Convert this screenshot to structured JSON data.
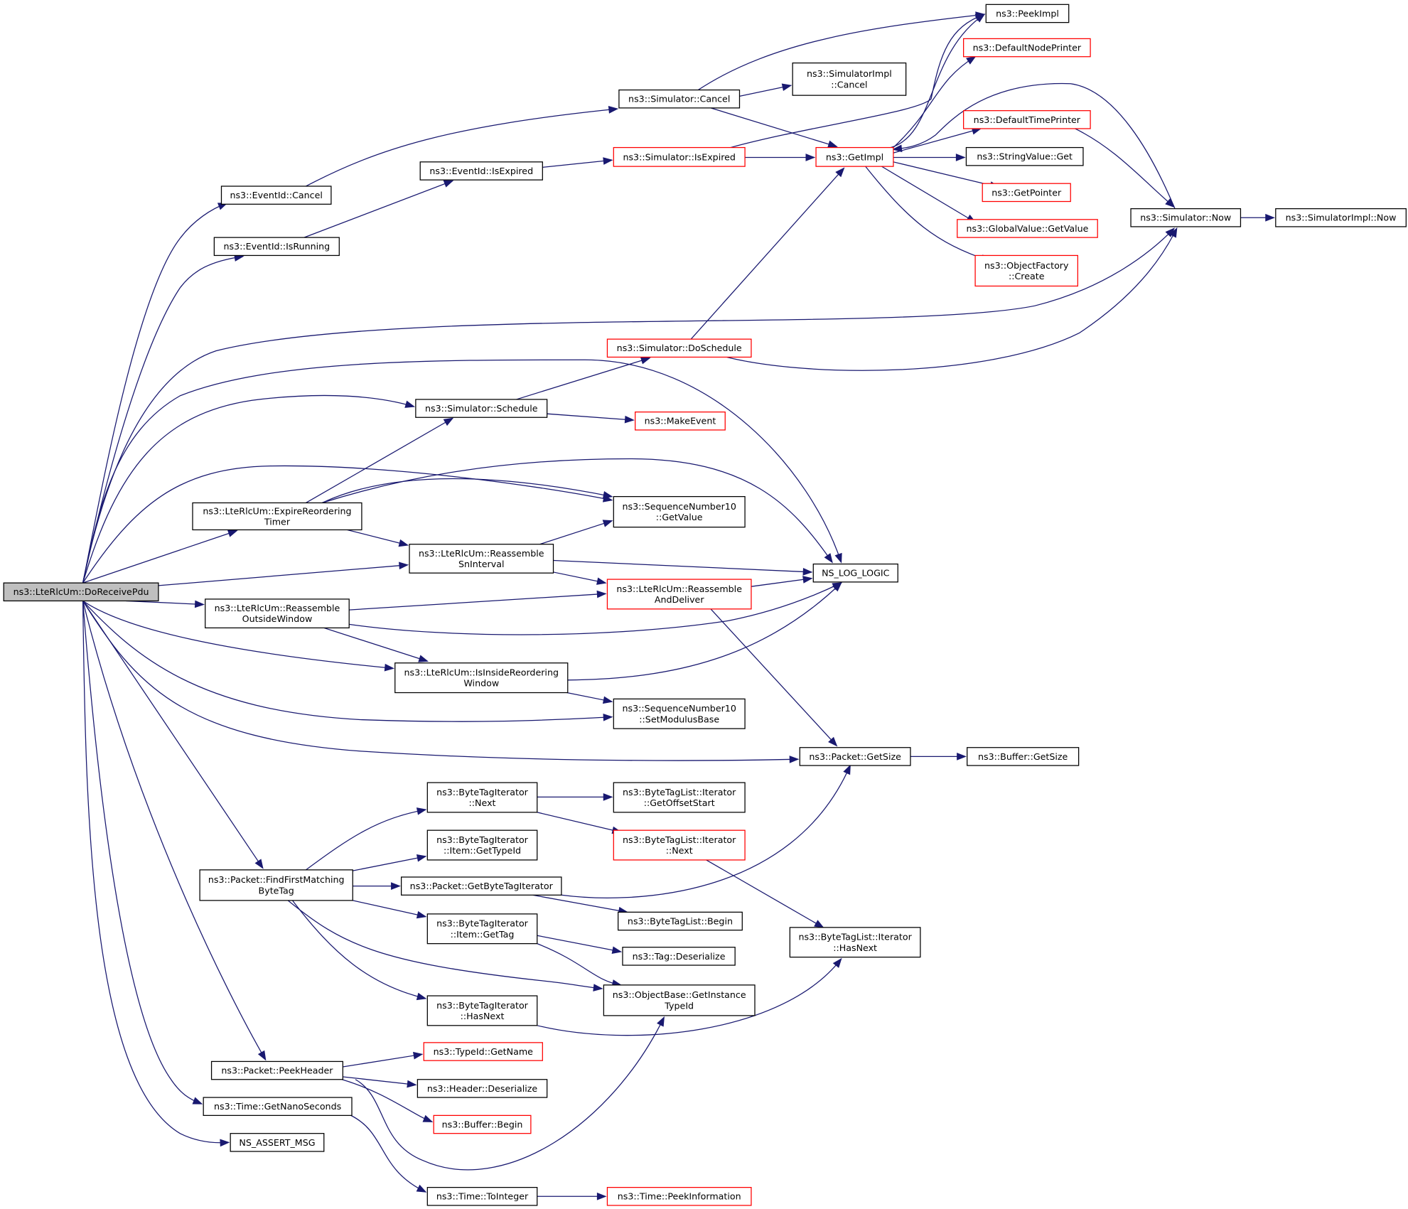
{
  "title": "Call graph of ns3::LteRlcUm::DoReceivePdu",
  "colors": {
    "edge": "#191970",
    "node_border_normal": "#000000",
    "node_border_truncated": "#ff0000",
    "root_fill": "#bfbfbf",
    "node_fill": "#ffffff"
  },
  "nodes": [
    {
      "id": "root",
      "lines": [
        "ns3::LteRlcUm::DoReceivePdu"
      ],
      "style": "root"
    },
    {
      "id": "eventid_cancel",
      "lines": [
        "ns3::EventId::Cancel"
      ],
      "style": "normal"
    },
    {
      "id": "eventid_isrunning",
      "lines": [
        "ns3::EventId::IsRunning"
      ],
      "style": "normal"
    },
    {
      "id": "sim_cancel",
      "lines": [
        "ns3::Simulator::Cancel"
      ],
      "style": "normal"
    },
    {
      "id": "eventid_isexpired",
      "lines": [
        "ns3::EventId::IsExpired"
      ],
      "style": "normal"
    },
    {
      "id": "sim_isexpired",
      "lines": [
        "ns3::Simulator::IsExpired"
      ],
      "style": "truncated"
    },
    {
      "id": "simimpl_cancel",
      "lines": [
        "ns3::SimulatorImpl",
        "::Cancel"
      ],
      "style": "normal"
    },
    {
      "id": "getimpl",
      "lines": [
        "ns3::GetImpl"
      ],
      "style": "truncated"
    },
    {
      "id": "peekimpl",
      "lines": [
        "ns3::PeekImpl"
      ],
      "style": "normal"
    },
    {
      "id": "defaultnodeprinter",
      "lines": [
        "ns3::DefaultNodePrinter"
      ],
      "style": "truncated"
    },
    {
      "id": "defaulttimeprinter",
      "lines": [
        "ns3::DefaultTimePrinter"
      ],
      "style": "truncated"
    },
    {
      "id": "stringvalue_get",
      "lines": [
        "ns3::StringValue::Get"
      ],
      "style": "normal"
    },
    {
      "id": "getpointer",
      "lines": [
        "ns3::GetPointer"
      ],
      "style": "truncated"
    },
    {
      "id": "globalvalue_getvalue",
      "lines": [
        "ns3::GlobalValue::GetValue"
      ],
      "style": "truncated"
    },
    {
      "id": "objectfactory_create",
      "lines": [
        "ns3::ObjectFactory",
        "::Create"
      ],
      "style": "truncated"
    },
    {
      "id": "sim_now",
      "lines": [
        "ns3::Simulator::Now"
      ],
      "style": "normal"
    },
    {
      "id": "simimpl_now",
      "lines": [
        "ns3::SimulatorImpl::Now"
      ],
      "style": "normal"
    },
    {
      "id": "sim_doschedule",
      "lines": [
        "ns3::Simulator::DoSchedule"
      ],
      "style": "truncated"
    },
    {
      "id": "sim_schedule",
      "lines": [
        "ns3::Simulator::Schedule"
      ],
      "style": "normal"
    },
    {
      "id": "makeevent",
      "lines": [
        "ns3::MakeEvent"
      ],
      "style": "truncated"
    },
    {
      "id": "expire_reorder",
      "lines": [
        "ns3::LteRlcUm::ExpireReordering",
        "Timer"
      ],
      "style": "normal"
    },
    {
      "id": "seq_getvalue",
      "lines": [
        "ns3::SequenceNumber10",
        "::GetValue"
      ],
      "style": "normal"
    },
    {
      "id": "reassemble_sn",
      "lines": [
        "ns3::LteRlcUm::Reassemble",
        "SnInterval"
      ],
      "style": "normal"
    },
    {
      "id": "ns_log_logic",
      "lines": [
        "NS_LOG_LOGIC"
      ],
      "style": "normal"
    },
    {
      "id": "reassemble_deliver",
      "lines": [
        "ns3::LteRlcUm::Reassemble",
        "AndDeliver"
      ],
      "style": "truncated"
    },
    {
      "id": "reassemble_outside",
      "lines": [
        "ns3::LteRlcUm::Reassemble",
        "OutsideWindow"
      ],
      "style": "normal"
    },
    {
      "id": "isinside",
      "lines": [
        "ns3::LteRlcUm::IsInsideReordering",
        "Window"
      ],
      "style": "normal"
    },
    {
      "id": "seq_setmodulus",
      "lines": [
        "ns3::SequenceNumber10",
        "::SetModulusBase"
      ],
      "style": "normal"
    },
    {
      "id": "packet_getsize",
      "lines": [
        "ns3::Packet::GetSize"
      ],
      "style": "normal"
    },
    {
      "id": "buffer_getsize",
      "lines": [
        "ns3::Buffer::GetSize"
      ],
      "style": "normal"
    },
    {
      "id": "bti_next",
      "lines": [
        "ns3::ByteTagIterator",
        "::Next"
      ],
      "style": "normal"
    },
    {
      "id": "btl_it_getoffset",
      "lines": [
        "ns3::ByteTagList::Iterator",
        "::GetOffsetStart"
      ],
      "style": "normal"
    },
    {
      "id": "btl_it_next",
      "lines": [
        "ns3::ByteTagList::Iterator",
        "::Next"
      ],
      "style": "truncated"
    },
    {
      "id": "bti_item_gettypeid",
      "lines": [
        "ns3::ByteTagIterator",
        "::Item::GetTypeId"
      ],
      "style": "normal"
    },
    {
      "id": "findfirst",
      "lines": [
        "ns3::Packet::FindFirstMatching",
        "ByteTag"
      ],
      "style": "normal"
    },
    {
      "id": "packet_getbti",
      "lines": [
        "ns3::Packet::GetByteTagIterator"
      ],
      "style": "normal"
    },
    {
      "id": "btl_begin",
      "lines": [
        "ns3::ByteTagList::Begin"
      ],
      "style": "normal"
    },
    {
      "id": "btl_it_hasnext",
      "lines": [
        "ns3::ByteTagList::Iterator",
        "::HasNext"
      ],
      "style": "normal"
    },
    {
      "id": "bti_item_gettag",
      "lines": [
        "ns3::ByteTagIterator",
        "::Item::GetTag"
      ],
      "style": "normal"
    },
    {
      "id": "tag_deserialize",
      "lines": [
        "ns3::Tag::Deserialize"
      ],
      "style": "normal"
    },
    {
      "id": "objbase_getinst",
      "lines": [
        "ns3::ObjectBase::GetInstance",
        "TypeId"
      ],
      "style": "normal"
    },
    {
      "id": "bti_hasnext",
      "lines": [
        "ns3::ByteTagIterator",
        "::HasNext"
      ],
      "style": "normal"
    },
    {
      "id": "packet_peekheader",
      "lines": [
        "ns3::Packet::PeekHeader"
      ],
      "style": "normal"
    },
    {
      "id": "typeid_getname",
      "lines": [
        "ns3::TypeId::GetName"
      ],
      "style": "truncated"
    },
    {
      "id": "header_deserialize",
      "lines": [
        "ns3::Header::Deserialize"
      ],
      "style": "normal"
    },
    {
      "id": "buffer_begin",
      "lines": [
        "ns3::Buffer::Begin"
      ],
      "style": "truncated"
    },
    {
      "id": "time_getnano",
      "lines": [
        "ns3::Time::GetNanoSeconds"
      ],
      "style": "normal"
    },
    {
      "id": "ns_assert_msg",
      "lines": [
        "NS_ASSERT_MSG"
      ],
      "style": "normal"
    },
    {
      "id": "time_tointeger",
      "lines": [
        "ns3::Time::ToInteger"
      ],
      "style": "normal"
    },
    {
      "id": "time_peekinfo",
      "lines": [
        "ns3::Time::PeekInformation"
      ],
      "style": "truncated"
    }
  ],
  "edges": [
    [
      "root",
      "eventid_cancel"
    ],
    [
      "root",
      "eventid_isrunning"
    ],
    [
      "root",
      "sim_now"
    ],
    [
      "root",
      "ns_log_logic"
    ],
    [
      "root",
      "sim_schedule"
    ],
    [
      "root",
      "seq_getvalue"
    ],
    [
      "root",
      "expire_reorder"
    ],
    [
      "root",
      "reassemble_sn"
    ],
    [
      "root",
      "reassemble_outside"
    ],
    [
      "root",
      "isinside"
    ],
    [
      "root",
      "seq_setmodulus"
    ],
    [
      "root",
      "packet_getsize"
    ],
    [
      "root",
      "findfirst"
    ],
    [
      "root",
      "packet_peekheader"
    ],
    [
      "root",
      "time_getnano"
    ],
    [
      "root",
      "ns_assert_msg"
    ],
    [
      "eventid_cancel",
      "sim_cancel"
    ],
    [
      "eventid_isrunning",
      "eventid_isexpired"
    ],
    [
      "eventid_isexpired",
      "sim_isexpired"
    ],
    [
      "sim_cancel",
      "peekimpl"
    ],
    [
      "sim_cancel",
      "simimpl_cancel"
    ],
    [
      "sim_cancel",
      "getimpl"
    ],
    [
      "sim_isexpired",
      "getimpl"
    ],
    [
      "sim_isexpired",
      "peekimpl"
    ],
    [
      "getimpl",
      "peekimpl"
    ],
    [
      "getimpl",
      "defaultnodeprinter"
    ],
    [
      "getimpl",
      "defaulttimeprinter"
    ],
    [
      "getimpl",
      "stringvalue_get"
    ],
    [
      "getimpl",
      "getpointer"
    ],
    [
      "getimpl",
      "globalvalue_getvalue"
    ],
    [
      "getimpl",
      "objectfactory_create"
    ],
    [
      "sim_now",
      "getimpl"
    ],
    [
      "defaulttimeprinter",
      "sim_now"
    ],
    [
      "sim_now",
      "simimpl_now"
    ],
    [
      "sim_doschedule",
      "getimpl"
    ],
    [
      "sim_doschedule",
      "sim_now"
    ],
    [
      "sim_schedule",
      "sim_doschedule"
    ],
    [
      "sim_schedule",
      "makeevent"
    ],
    [
      "expire_reorder",
      "sim_schedule"
    ],
    [
      "expire_reorder",
      "seq_getvalue"
    ],
    [
      "expire_reorder",
      "ns_log_logic"
    ],
    [
      "expire_reorder",
      "reassemble_sn"
    ],
    [
      "reassemble_sn",
      "seq_getvalue"
    ],
    [
      "reassemble_sn",
      "ns_log_logic"
    ],
    [
      "reassemble_sn",
      "reassemble_deliver"
    ],
    [
      "reassemble_deliver",
      "ns_log_logic"
    ],
    [
      "reassemble_deliver",
      "packet_getsize"
    ],
    [
      "reassemble_outside",
      "reassemble_deliver"
    ],
    [
      "reassemble_outside",
      "ns_log_logic"
    ],
    [
      "reassemble_outside",
      "isinside"
    ],
    [
      "isinside",
      "ns_log_logic"
    ],
    [
      "isinside",
      "seq_setmodulus"
    ],
    [
      "packet_getsize",
      "buffer_getsize"
    ],
    [
      "findfirst",
      "bti_next"
    ],
    [
      "findfirst",
      "bti_item_gettypeid"
    ],
    [
      "findfirst",
      "packet_getbti"
    ],
    [
      "findfirst",
      "bti_item_gettag"
    ],
    [
      "findfirst",
      "objbase_getinst"
    ],
    [
      "findfirst",
      "bti_hasnext"
    ],
    [
      "bti_next",
      "btl_it_getoffset"
    ],
    [
      "bti_next",
      "btl_it_next"
    ],
    [
      "btl_it_next",
      "btl_it_hasnext"
    ],
    [
      "packet_getbti",
      "packet_getsize"
    ],
    [
      "packet_getbti",
      "btl_begin"
    ],
    [
      "bti_item_gettag",
      "tag_deserialize"
    ],
    [
      "bti_item_gettag",
      "objbase_getinst"
    ],
    [
      "bti_hasnext",
      "btl_it_hasnext"
    ],
    [
      "packet_peekheader",
      "typeid_getname"
    ],
    [
      "packet_peekheader",
      "header_deserialize"
    ],
    [
      "packet_peekheader",
      "buffer_begin"
    ],
    [
      "packet_peekheader",
      "objbase_getinst"
    ],
    [
      "time_getnano",
      "time_tointeger"
    ],
    [
      "time_tointeger",
      "time_peekinfo"
    ]
  ]
}
